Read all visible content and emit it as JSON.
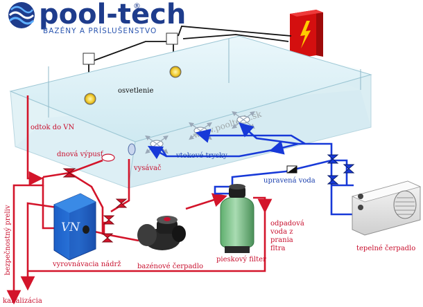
{
  "logo": {
    "brand": "pool-tech",
    "registered": "®",
    "tagline": "BAZÉNY A PRÍSLUŠENSTVO"
  },
  "watermark": "www.pooltech.sk",
  "labels": {
    "lighting": "osvetlenie",
    "drain_to_tank": "odtok do VN",
    "bottom_drain": "dnová výpusť",
    "vacuum": "vysávač",
    "inlet_jets": "vtokové trysky",
    "treated_water": "upravená voda",
    "balance_tank": "vyrovnávacia nádrž",
    "tank_letters": "VN",
    "pool_pump": "bazénové čerpadlo",
    "sand_filter": "pieskový filter",
    "waste_line1": "odpadová",
    "waste_line2": "voda z",
    "waste_line3": "prania",
    "waste_line4": "fltra",
    "heat_pump": "tepelné čerpadlo",
    "overflow": "bezpečnostný preliv",
    "sewer": "kanalizácia"
  },
  "colors": {
    "red_pipe": "#d3142a",
    "blue_pipe": "#1739d8",
    "brand_blue": "#1e3c8c",
    "panel_red": "#d40f0f"
  }
}
